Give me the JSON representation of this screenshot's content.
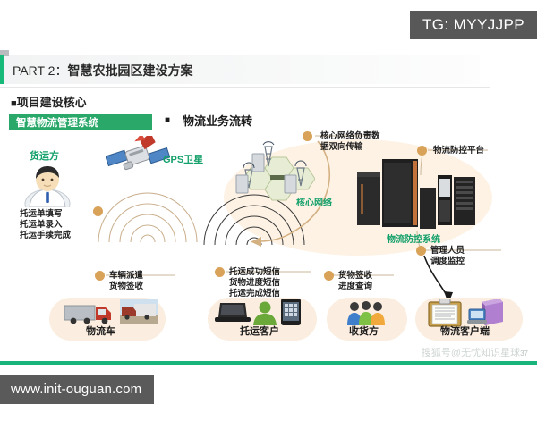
{
  "overlays": {
    "tg_tag": "TG: MYYJJPP",
    "url_tag": "www.init-ouguan.com"
  },
  "part": {
    "prefix": "PART 2：",
    "title": "智慧农批园区建设方案"
  },
  "section": {
    "bullet": "■",
    "heading": "项目建设核心"
  },
  "labels": {
    "system_pill": "智慧物流管理系统",
    "flow_bullet": "■",
    "flow_title": "物流业务流转"
  },
  "diagram": {
    "actors": {
      "shipper": "货运方",
      "gps": "GPS卫星",
      "core_network": "核心网络",
      "control_system": "物流防控系统"
    },
    "annotations": [
      {
        "id": "shipper-steps",
        "lines": [
          "托运单填写",
          "托运单录入",
          "托运手续完成"
        ]
      },
      {
        "id": "vehicle-dispatch",
        "lines": [
          "车辆派遣",
          "货物签收"
        ]
      },
      {
        "id": "sms-notices",
        "lines": [
          "托运成功短信",
          "货物进度短信",
          "托运完成短信"
        ]
      },
      {
        "id": "goods-receipt",
        "lines": [
          "货物签收",
          "进度查询"
        ]
      },
      {
        "id": "core-transport",
        "lines": [
          "核心网络负责数",
          "据双向传输"
        ]
      },
      {
        "id": "control-platform",
        "lines": [
          "物流防控平台"
        ]
      },
      {
        "id": "admin-monitor",
        "lines": [
          "管理人员",
          "调度监控"
        ]
      }
    ],
    "endpoints": [
      {
        "id": "logistics-vehicle",
        "label": "物流车"
      },
      {
        "id": "shipping-customer",
        "label": "托运客户"
      },
      {
        "id": "consignee",
        "label": "收货方"
      },
      {
        "id": "logistics-client",
        "label": "物流客户端"
      }
    ]
  },
  "footer": {
    "watermark": "搜狐号@无忧知识星球",
    "page_number": "37"
  },
  "colors": {
    "green_accent": "#17b978",
    "green_pill": "#2aa86a",
    "green_text": "#13a06a",
    "dot": "#d8a258",
    "blob": "#fbeee0",
    "bottom_rule": "#19b37c",
    "chip_bg": "#585858"
  }
}
